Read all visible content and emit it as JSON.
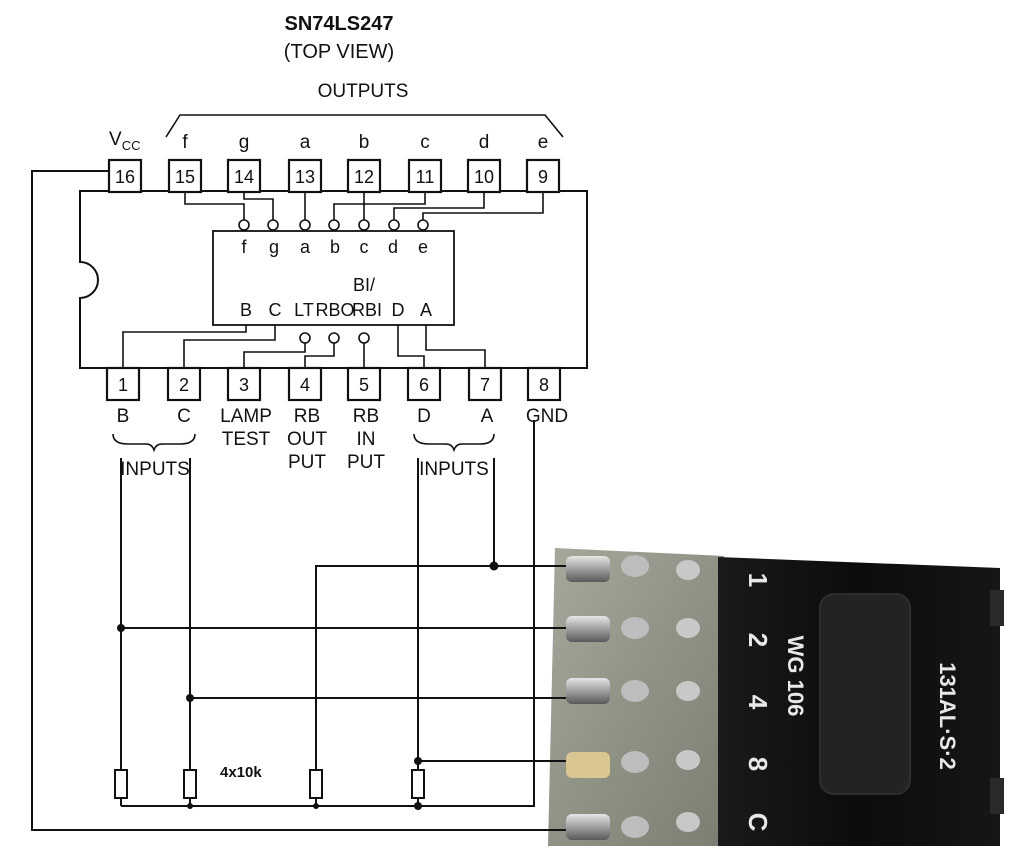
{
  "title": "SN74LS247",
  "subtitle": "(TOP VIEW)",
  "outputs_label": "OUTPUTS",
  "vcc_label": "V",
  "vcc_sub": "CC",
  "top_pins": [
    {
      "number": "16",
      "label": ""
    },
    {
      "number": "15",
      "label": "f"
    },
    {
      "number": "14",
      "label": "g"
    },
    {
      "number": "13",
      "label": "a"
    },
    {
      "number": "12",
      "label": "b"
    },
    {
      "number": "11",
      "label": "c"
    },
    {
      "number": "10",
      "label": "d"
    },
    {
      "number": "9",
      "label": "e"
    }
  ],
  "bottom_pins": [
    {
      "number": "1",
      "label": "B"
    },
    {
      "number": "2",
      "label": "C"
    },
    {
      "number": "3",
      "label": "LAMP\nTEST"
    },
    {
      "number": "4",
      "label": "RB\nOUT\nPUT"
    },
    {
      "number": "5",
      "label": "RB\nIN\nPUT"
    },
    {
      "number": "6",
      "label": "D"
    },
    {
      "number": "7",
      "label": "A"
    },
    {
      "number": "8",
      "label": "GND"
    }
  ],
  "inner_top": [
    "f",
    "g",
    "a",
    "b",
    "c",
    "d",
    "e"
  ],
  "inner_bi": "BI/",
  "inner_bottom": [
    "B",
    "C",
    "LT",
    "RBO",
    "RBI",
    "D",
    "A"
  ],
  "inputs_left": "INPUTS",
  "inputs_right": "INPUTS",
  "resistor_label": "4x10k",
  "switch": {
    "numbers": [
      "1",
      "2",
      "4",
      "8",
      "C"
    ],
    "model": "WG 106",
    "code": "131AL·S·2"
  }
}
